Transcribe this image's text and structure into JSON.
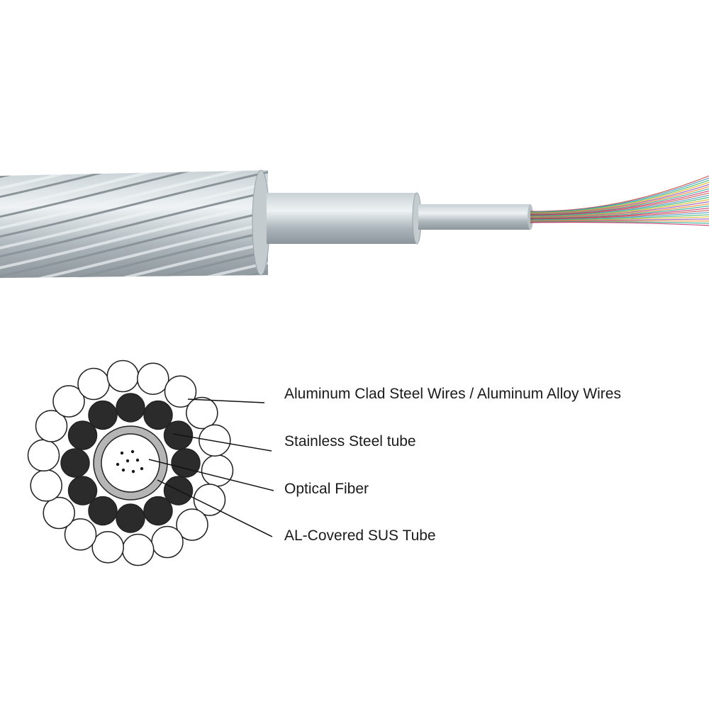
{
  "labels": {
    "steel_wires": "Aluminum Clad Steel Wires / Aluminum Alloy Wires",
    "stainless_tube": "Stainless Steel tube",
    "optical_fiber": "Optical Fiber",
    "al_sus_tube": "AL-Covered SUS Tube"
  },
  "colors": {
    "outer_wire_fill": "#ffffff",
    "inner_wire_fill": "#2b2b2b",
    "tube_ring": "#b9b9b9",
    "fiber_dots": "#1a1a1a",
    "cable_metal": "#a9b3b8",
    "cable_shadow": "#7d878c",
    "fiber_colors": [
      "#c0392b",
      "#2e86c1",
      "#27ae60",
      "#d4ac0d",
      "#8e44ad",
      "#e67e22",
      "#16a085",
      "#c2185b"
    ]
  },
  "icons": {
    "cable_photo": "opgw-cable-stripped-icon",
    "cross_section": "opgw-cross-section-icon"
  }
}
